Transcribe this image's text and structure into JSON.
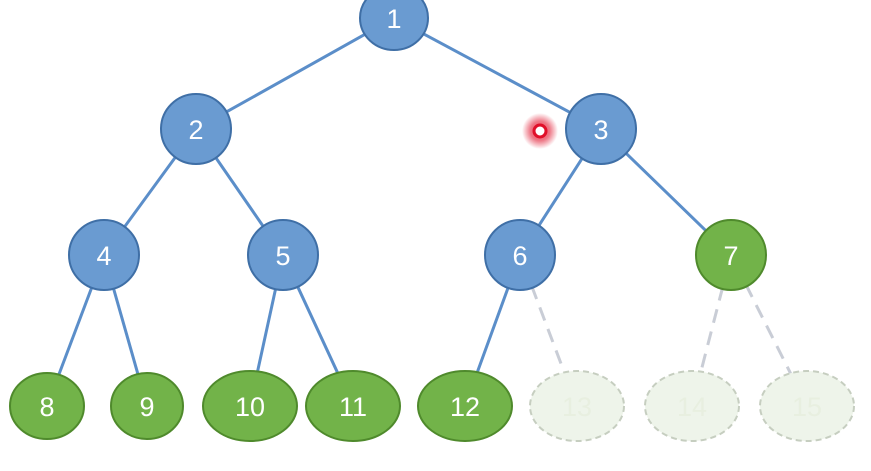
{
  "colors": {
    "internal": "#6a9bd1",
    "internal_stroke": "#3f6fa6",
    "leaf": "#72b349",
    "leaf_stroke": "#4f8a2c",
    "ghost_fill": "#eef4ea",
    "ghost_stroke": "#c6cec0",
    "edge": "#5b8ec9",
    "edge_dashed": "#c9cdd6",
    "pointer": "#e0102a"
  },
  "nodes": [
    {
      "id": "1",
      "label": "1",
      "kind": "internal"
    },
    {
      "id": "2",
      "label": "2",
      "kind": "internal"
    },
    {
      "id": "3",
      "label": "3",
      "kind": "internal"
    },
    {
      "id": "4",
      "label": "4",
      "kind": "internal"
    },
    {
      "id": "5",
      "label": "5",
      "kind": "internal"
    },
    {
      "id": "6",
      "label": "6",
      "kind": "internal"
    },
    {
      "id": "7",
      "label": "7",
      "kind": "leaf"
    },
    {
      "id": "8",
      "label": "8",
      "kind": "leaf"
    },
    {
      "id": "9",
      "label": "9",
      "kind": "leaf"
    },
    {
      "id": "10",
      "label": "10",
      "kind": "leaf"
    },
    {
      "id": "11",
      "label": "11",
      "kind": "leaf"
    },
    {
      "id": "12",
      "label": "12",
      "kind": "leaf"
    },
    {
      "id": "13",
      "label": "13",
      "kind": "ghost"
    },
    {
      "id": "14",
      "label": "14",
      "kind": "ghost"
    },
    {
      "id": "15",
      "label": "15",
      "kind": "ghost"
    }
  ],
  "edges": [
    {
      "from": "1",
      "to": "2",
      "style": "solid"
    },
    {
      "from": "1",
      "to": "3",
      "style": "solid"
    },
    {
      "from": "2",
      "to": "4",
      "style": "solid"
    },
    {
      "from": "2",
      "to": "5",
      "style": "solid"
    },
    {
      "from": "3",
      "to": "6",
      "style": "solid"
    },
    {
      "from": "3",
      "to": "7",
      "style": "solid"
    },
    {
      "from": "4",
      "to": "8",
      "style": "solid"
    },
    {
      "from": "4",
      "to": "9",
      "style": "solid"
    },
    {
      "from": "5",
      "to": "10",
      "style": "solid"
    },
    {
      "from": "5",
      "to": "11",
      "style": "solid"
    },
    {
      "from": "6",
      "to": "12",
      "style": "solid"
    },
    {
      "from": "6",
      "to": "13",
      "style": "dashed"
    },
    {
      "from": "7",
      "to": "14",
      "style": "dashed"
    },
    {
      "from": "7",
      "to": "15",
      "style": "dashed"
    }
  ],
  "pointer": {
    "icon": "laser-pointer-icon"
  }
}
